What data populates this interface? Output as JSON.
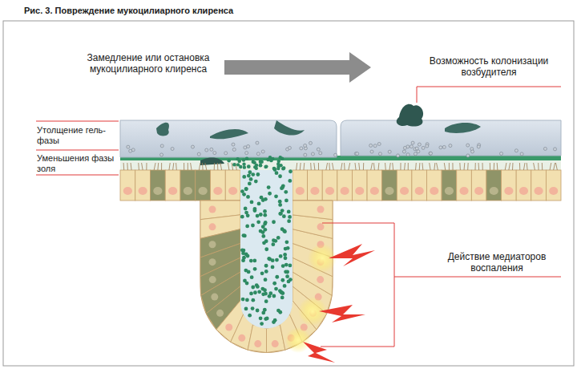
{
  "diagram": {
    "title": "Рис. 3. Повреждение мукоцилиарного клиренса",
    "labels": [
      "Замедление или остановка мукоцилиарного клиренса",
      "Возможность колонизации возбудителя",
      "Утолщение гель-фазы",
      "Уменьшения фазы золя",
      "Действие медиаторов воспаления"
    ]
  }
}
